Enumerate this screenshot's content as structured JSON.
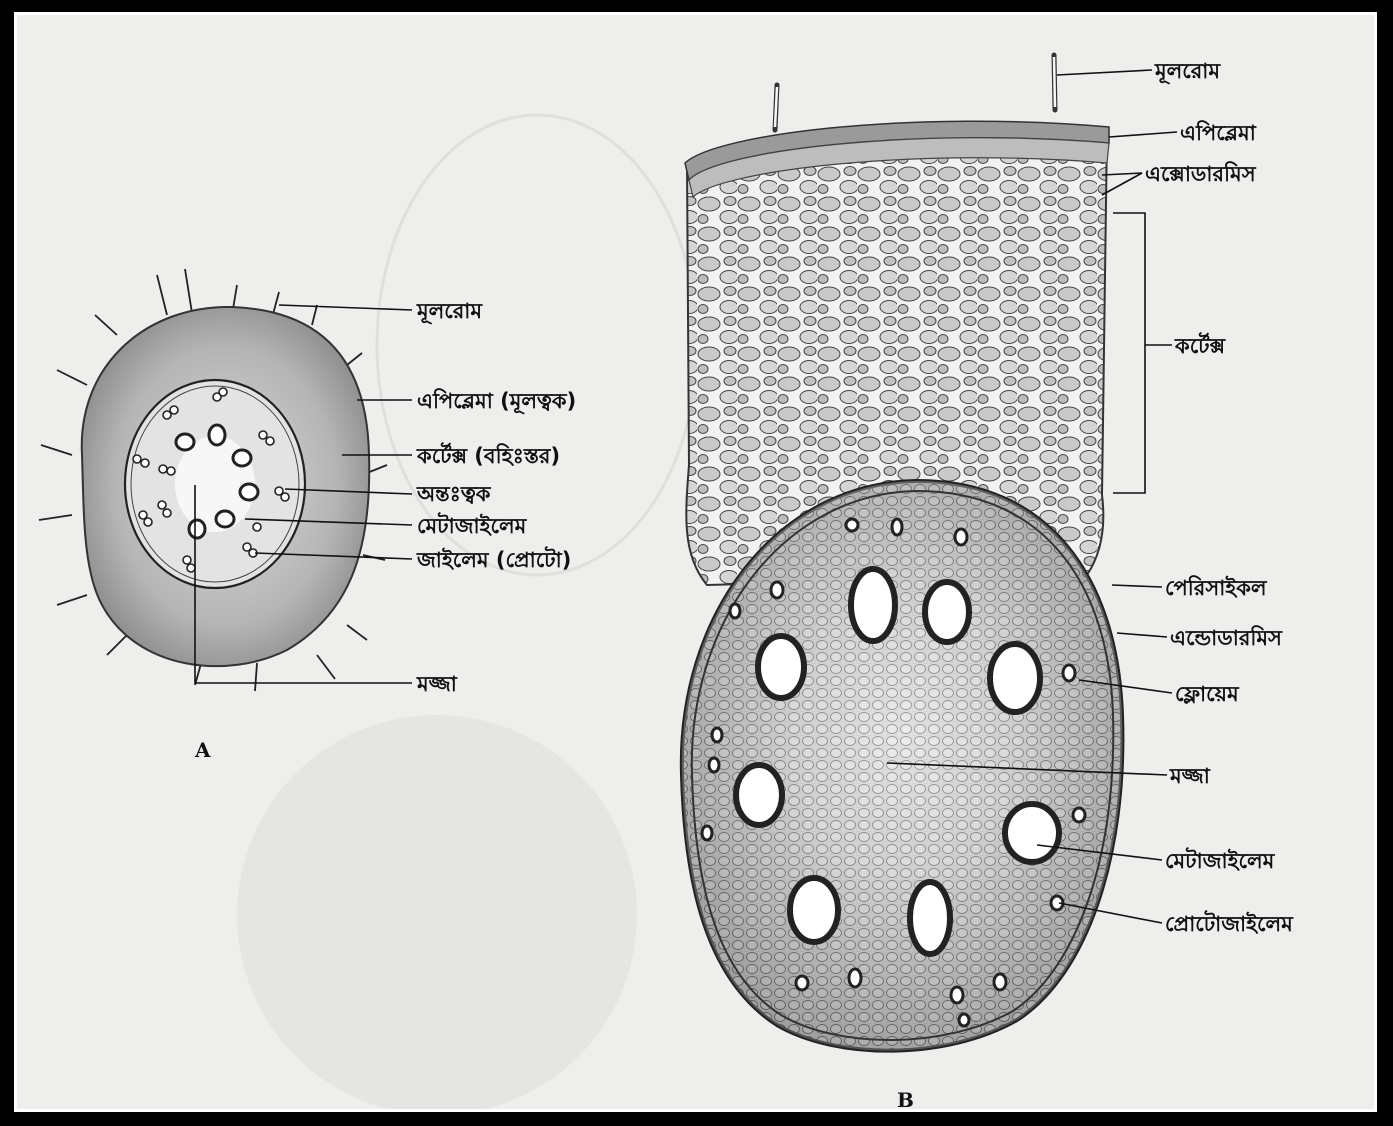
{
  "diagram_a": {
    "panel_label": "A",
    "labels": {
      "root_hair": "মূলরোম",
      "epiblema": "এপিব্লেমা (মূলত্বক)",
      "cortex": "কর্টেক্স (বহিঃস্তর)",
      "endodermis": "অন্তঃত্বক",
      "metaxylem": "মেটাজাইলেম",
      "protoxylem": "জাইলেম (প্রোটো)",
      "pith": "মজ্জা"
    }
  },
  "diagram_b": {
    "panel_label": "B",
    "labels": {
      "root_hair": "মূলরোম",
      "epiblema": "এপিব্লেমা",
      "exodermis": "এক্সোডারমিস",
      "cortex": "কর্টেক্স",
      "pericycle": "পেরিসাইকল",
      "endodermis": "এন্ডোডারমিস",
      "phloem": "ফ্লোয়েম",
      "pith": "মজ্জা",
      "metaxylem": "মেটাজাইলেম",
      "protoxylem": "প্রোটোজাইলেম"
    }
  },
  "colors": {
    "background": "#eeeeec",
    "tissue_dark": "#8a8a8a",
    "tissue_light": "#d6d6d6",
    "ink": "#111111"
  }
}
